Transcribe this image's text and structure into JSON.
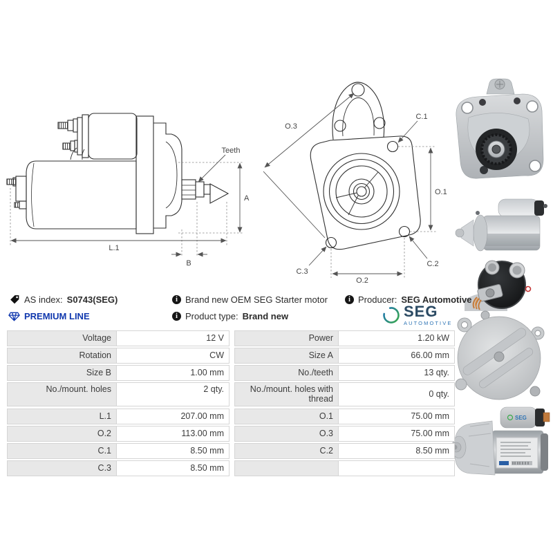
{
  "info": {
    "as_index": {
      "label": "AS index:",
      "value": "S0743(SEG)"
    },
    "premium_line": "PREMIUM LINE",
    "description": "Brand new OEM SEG Starter motor",
    "product_type": {
      "label": "Product type:",
      "value": "Brand new"
    },
    "producer": {
      "label": "Producer:",
      "value": "SEG Automotive"
    },
    "logo": {
      "text": "SEG",
      "subtext": "AUTOMOTIVE"
    }
  },
  "icons": {
    "info_glyph": "i"
  },
  "drawing": {
    "labels": {
      "teeth": "Teeth",
      "a": "A",
      "l1": "L.1",
      "b": "B",
      "o1": "O.1",
      "o2": "O.2",
      "o3": "O.3",
      "c1": "C.1",
      "c2": "C.2",
      "c3": "C.3"
    }
  },
  "photos": {
    "names": [
      "starter-front-flange",
      "starter-side-view",
      "solenoid-rear-view",
      "rear-end-cover",
      "starter-side-with-label"
    ],
    "solenoid_logo_text": "SEG"
  },
  "specs": {
    "upper": [
      {
        "l": "Voltage",
        "v": "12 V",
        "l2": "Power",
        "v2": "1.20 kW"
      },
      {
        "l": "Rotation",
        "v": "CW",
        "l2": "Size A",
        "v2": "66.00 mm"
      },
      {
        "l": "Size B",
        "v": "1.00 mm",
        "l2": "No./teeth",
        "v2": "13 qty."
      },
      {
        "l": "No./mount. holes",
        "v": "2 qty.",
        "l2": "No./mount. holes with thread",
        "v2": "0 qty."
      }
    ],
    "lower": [
      {
        "l": "L.1",
        "v": "207.00 mm",
        "l2": "O.1",
        "v2": "75.00 mm"
      },
      {
        "l": "O.2",
        "v": "113.00 mm",
        "l2": "O.3",
        "v2": "75.00 mm"
      },
      {
        "l": "C.1",
        "v": "8.50 mm",
        "l2": "C.2",
        "v2": "8.50 mm"
      },
      {
        "l": "C.3",
        "v": "8.50 mm",
        "l2": "",
        "v2": ""
      }
    ]
  },
  "colors": {
    "premium_blue": "#1038ae",
    "logo_navy": "#2b4a63",
    "logo_blue": "#2e74b5",
    "logo_green": "#3aaa4a",
    "table_label_bg": "#e8e8e8",
    "table_border": "#d5d5d5"
  }
}
